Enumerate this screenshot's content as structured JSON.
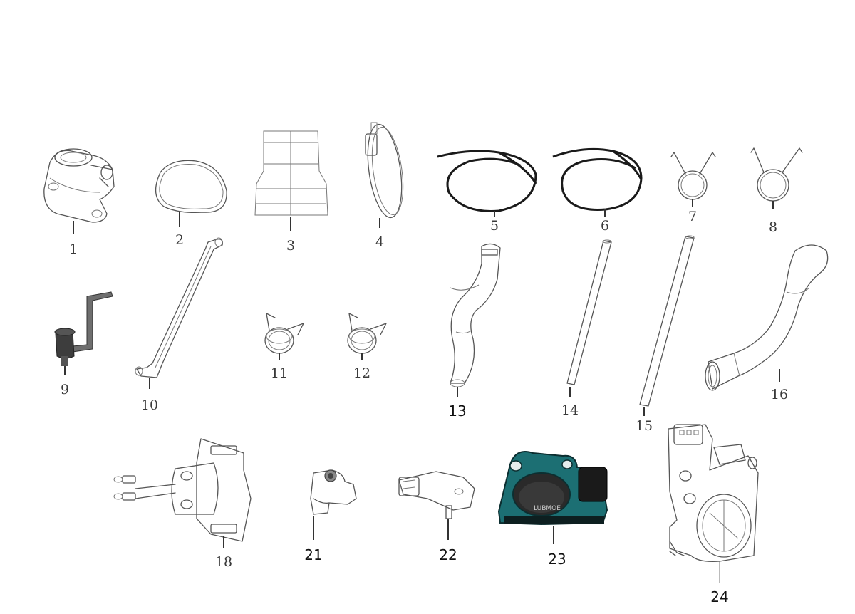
{
  "colors": {
    "line": "#555555",
    "dark": "#1a1a1a",
    "sensor": "#1c6f73",
    "background": "#ffffff"
  },
  "parts": [
    {
      "id": "1",
      "label": "1",
      "name": "intake-manifold"
    },
    {
      "id": "2",
      "label": "2",
      "name": "o-ring"
    },
    {
      "id": "3",
      "label": "3",
      "name": "air-boot-sleeve"
    },
    {
      "id": "4",
      "label": "4",
      "name": "hose-clamp-band"
    },
    {
      "id": "5",
      "label": "5",
      "name": "fuel-hose-coil-a"
    },
    {
      "id": "6",
      "label": "6",
      "name": "fuel-hose-coil-b"
    },
    {
      "id": "7",
      "label": "7",
      "name": "wire-spring-clip-small"
    },
    {
      "id": "8",
      "label": "8",
      "name": "wire-spring-clip-large"
    },
    {
      "id": "9",
      "label": "9",
      "name": "bracket-with-grommet"
    },
    {
      "id": "10",
      "label": "10",
      "name": "bent-breather-tube"
    },
    {
      "id": "11",
      "label": "11",
      "name": "spring-clamp-a"
    },
    {
      "id": "12",
      "label": "12",
      "name": "spring-clamp-b"
    },
    {
      "id": "13",
      "label": "13",
      "name": "curved-coolant-hose"
    },
    {
      "id": "14",
      "label": "14",
      "name": "straight-tube-short"
    },
    {
      "id": "15",
      "label": "15",
      "name": "straight-tube-long"
    },
    {
      "id": "16",
      "label": "16",
      "name": "formed-intake-hose"
    },
    {
      "id": "18",
      "label": "18",
      "name": "ignition-coil-sensor"
    },
    {
      "id": "21",
      "label": "21",
      "name": "pressure-sensor"
    },
    {
      "id": "22",
      "label": "22",
      "name": "map-sensor"
    },
    {
      "id": "23",
      "label": "23",
      "name": "throttle-position-sensor"
    },
    {
      "id": "24",
      "label": "24",
      "name": "throttle-body"
    }
  ],
  "sensor_23_marking": "LUBMOE"
}
